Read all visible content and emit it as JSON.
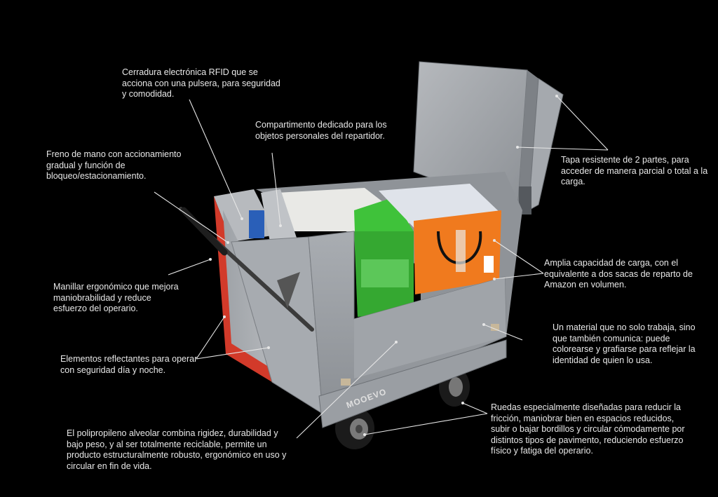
{
  "annotations": {
    "rfid_lock": "Cerradura electrónica RFID que se acciona con una pulsera, para seguridad y comodidad.",
    "personal_compartment": "Compartimento dedicado para los objetos personales del repartidor.",
    "hand_brake": "Freno de mano con accionamiento gradual y función de bloqueo/estacionamiento.",
    "two_part_lid": "Tapa resistente de 2 partes, para acceder de manera parcial o total a la carga.",
    "ergonomic_handle": "Manillar ergonómico que mejora maniobrabilidad y reduce esfuerzo del operario.",
    "load_capacity": "Amplia capacidad de carga, con el equivalente a dos sacas de reparto de Amazon en volumen.",
    "material": "Un material que no solo trabaja, sino que también comunica: puede colorearse y grafiarse para reflejar la identidad de quien lo usa.",
    "reflective_elements": "Elementos reflectantes para operar con seguridad día y noche.",
    "wheels": "Ruedas especialmente diseñadas para reducir la fricción, maniobrar bien en espacios reducidos, subir o bajar bordillos y circular cómodamente por distintos tipos de pavimento, reduciendo esfuerzo físico y fatiga del operario.",
    "polypropylene": "El polipropileno alveolar combina rigidez, durabilidad y bajo peso, y al ser totalmente reciclable, permite un producto estructuralmente robusto, ergonómico en uso y circular en fin de vida."
  },
  "brand": {
    "logo_text": "MOOEVO"
  },
  "colors": {
    "background": "#000000",
    "panel_gray": "#a3a7ac",
    "panel_dark": "#8a8e93",
    "reflective_red": "#d23a2a",
    "bag_green": "#3fc23a",
    "bag_orange": "#f07a1e",
    "text": "#e8e8e8"
  }
}
